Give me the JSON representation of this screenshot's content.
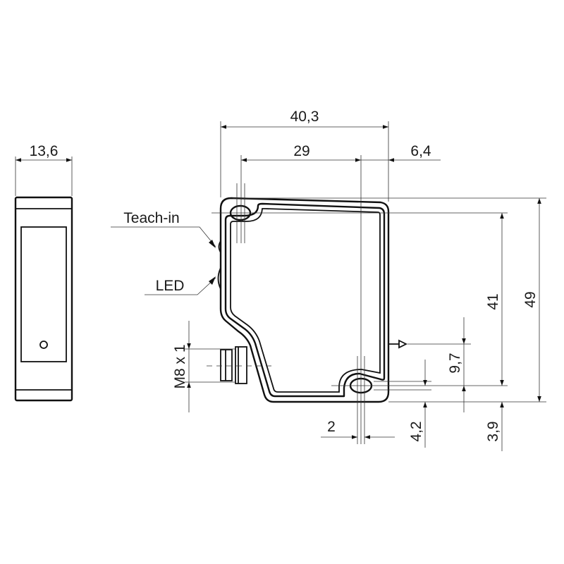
{
  "drawing": {
    "dimensions": {
      "side_width": "13,6",
      "total_width": "40,3",
      "hole_spacing_x": "29",
      "lens_offset": "6,4",
      "total_height": "49",
      "hole_spacing_y": "41",
      "emitter_height": "9,7",
      "hole_offset_y": "4,2",
      "bottom_offset": "3,9",
      "hole_offset_x": "2",
      "connector": "M8 x 1"
    },
    "labels": {
      "teach_in": "Teach-in",
      "led": "LED"
    }
  }
}
